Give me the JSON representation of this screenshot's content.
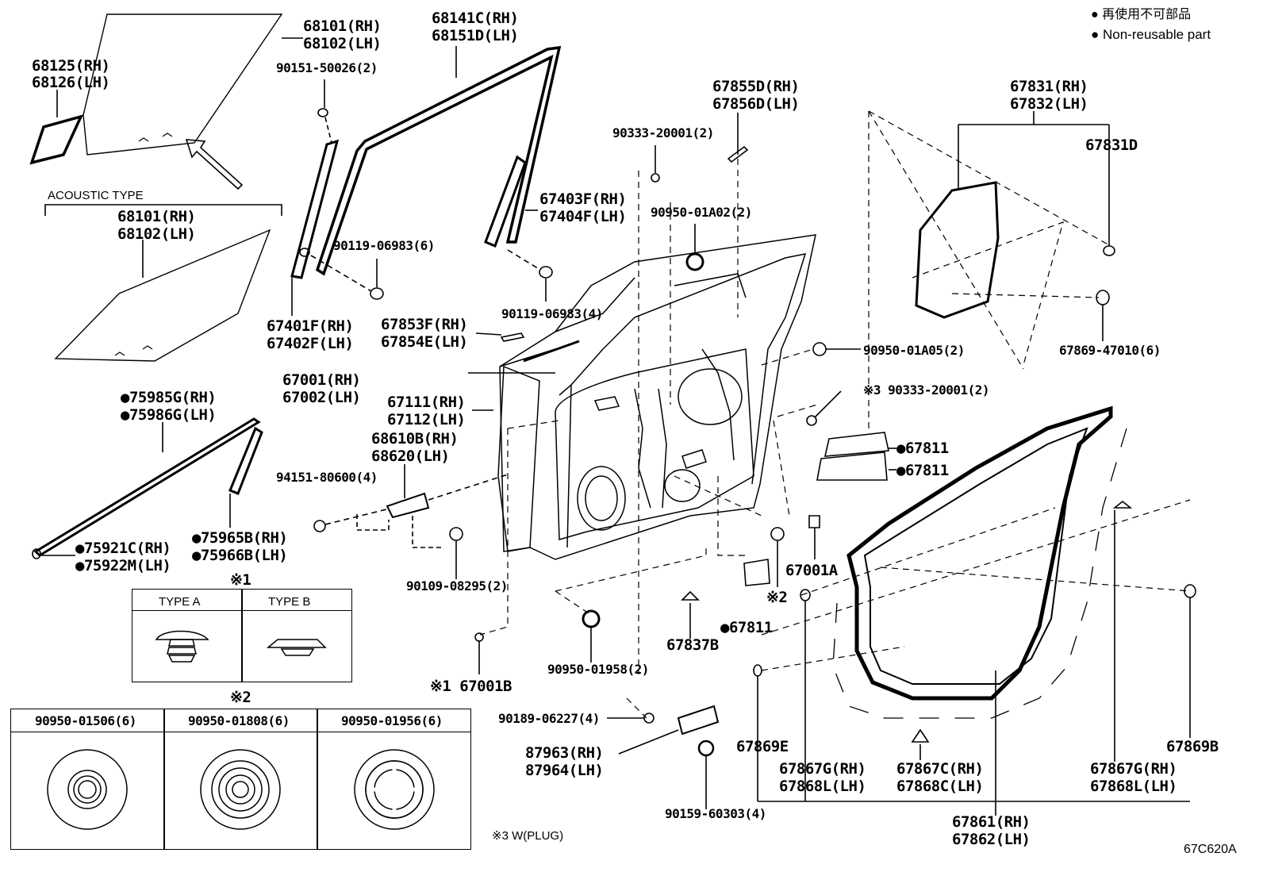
{
  "legend": {
    "jp": "● 再使用不可部品",
    "en": "● Non-reusable part"
  },
  "figure_code": "67C620A",
  "labels": {
    "p68101_rh_a": "68101(RH)",
    "p68102_lh_a": "68102(LH)",
    "p68125": "68125(RH)",
    "p68126": "68126(LH)",
    "p90151": "90151-50026(2)",
    "acoustic_type": "ACOUSTIC TYPE",
    "p68101_rh_b": "68101(RH)",
    "p68102_lh_b": "68102(LH)",
    "p68141": "68141C(RH)",
    "p68151": "68151D(LH)",
    "p67403": "67403F(RH)",
    "p67404": "67404F(LH)",
    "p90119_6": "90119-06983(6)",
    "p90119_4": "90119-06983(4)",
    "p67401": "67401F(RH)",
    "p67402": "67402F(LH)",
    "p67853": "67853F(RH)",
    "p67854": "67854E(LH)",
    "p67855": "67855D(RH)",
    "p67856": "67856D(LH)",
    "p90333_a": "90333-20001(2)",
    "p90950_01a02": "90950-01A02(2)",
    "p67831": "67831(RH)",
    "p67832": "67832(LH)",
    "p67831d": "67831D",
    "p67869_47010": "67869-47010(6)",
    "p90950_01a05": "90950-01A05(2)",
    "p90333_b": "※3 90333-20001(2)",
    "p67811_a": "●67811",
    "p67811_b": "●67811",
    "p67811_c": "●67811",
    "p67001": "67001(RH)",
    "p67002": "67002(LH)",
    "p67111": "67111(RH)",
    "p67112": "67112(LH)",
    "p68610": "68610B(RH)",
    "p68620": "68620(LH)",
    "p94151": "94151-80600(4)",
    "p75985": "●75985G(RH)",
    "p75986": "●75986G(LH)",
    "p75921": "●75921C(RH)",
    "p75922": "●75922M(LH)",
    "p75965": "●75965B(RH)",
    "p75966": "●75966B(LH)",
    "p90109": "90109-08295(2)",
    "p67001a": "67001A",
    "note2_mark": "※2",
    "p67837b": "67837B",
    "p90950_01958": "90950-01958(2)",
    "p67001b": "※1 67001B",
    "note1_mark": "※1",
    "note2_mark_b": "※2",
    "p90189": "90189-06227(4)",
    "p87963": "87963(RH)",
    "p87964": "87964(LH)",
    "p90159": "90159-60303(4)",
    "note3": "※3 W(PLUG)",
    "p67869e": "67869E",
    "p67867g_rh_a": "67867G(RH)",
    "p67868l_lh_a": "67868L(LH)",
    "p67867c": "67867C(RH)",
    "p67868c": "67868C(LH)",
    "p67869b": "67869B",
    "p67867g_rh_b": "67867G(RH)",
    "p67868l_lh_b": "67868L(LH)",
    "p67861": "67861(RH)",
    "p67862": "67862(LH)"
  },
  "type_table": {
    "col_a": "TYPE A",
    "col_b": "TYPE B"
  },
  "grommet_table": {
    "col_1": "90950-01506(6)",
    "col_2": "90950-01808(6)",
    "col_3": "90950-01956(6)"
  }
}
